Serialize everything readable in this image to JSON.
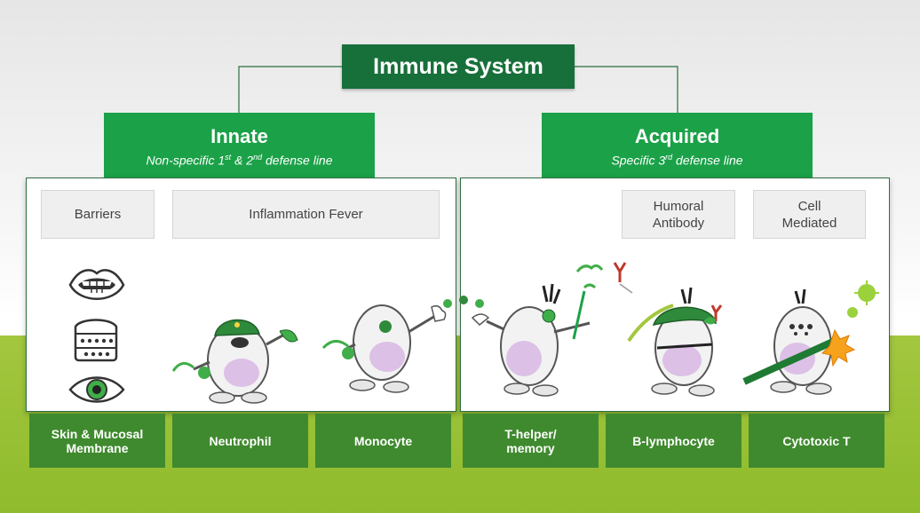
{
  "root": {
    "title": "Immune System"
  },
  "innate": {
    "title": "Innate",
    "subtitle": {
      "pre": "Non-specific 1",
      "sup1": "st",
      "mid": " & 2",
      "sup2": "nd",
      "post": " defense line"
    },
    "tags": [
      "Barriers",
      "Inflammation Fever"
    ]
  },
  "acquired": {
    "title": "Acquired",
    "subtitle": {
      "pre": "Specific 3",
      "sup1": "rd",
      "post": " defense line"
    },
    "tags": [
      "Humoral\nAntibody",
      "Cell\nMediated"
    ]
  },
  "cells": [
    "Skin & Mucosal\nMembrane",
    "Neutrophil",
    "Monocyte",
    "T-helper/\nmemory",
    "B-lymphocyte",
    "Cytotoxic T"
  ],
  "icons": [
    "mouth-icon",
    "skin-layer-icon",
    "eye-icon",
    "neutrophil-cartoon",
    "monocyte-cartoon",
    "t-helper-cartoon",
    "b-lymphocyte-cartoon",
    "cytotoxic-t-cartoon"
  ],
  "colors": {
    "root": "#17703a",
    "branch": "#1ba148",
    "footer": "#3f8a2e",
    "band": "#a3c73f",
    "cell_body": "#f2f2f2",
    "cell_core": "#dcc0e6"
  }
}
